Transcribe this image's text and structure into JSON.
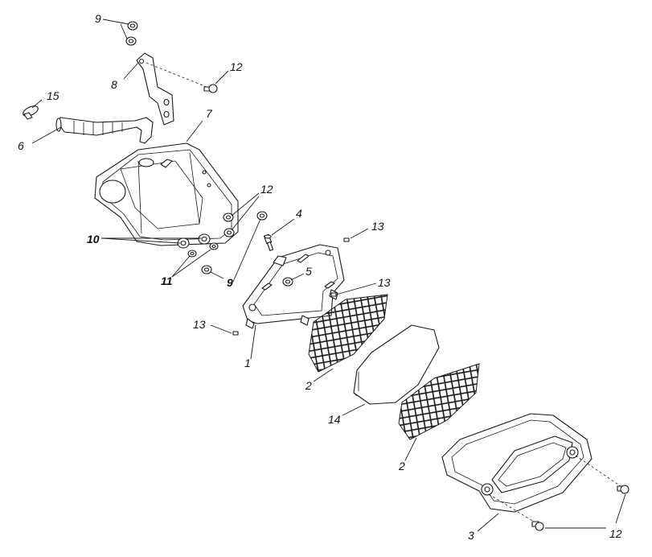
{
  "diagram": {
    "callouts": [
      {
        "id": "c9a",
        "text": "9"
      },
      {
        "id": "c12a",
        "text": "12"
      },
      {
        "id": "c8",
        "text": "8"
      },
      {
        "id": "c15",
        "text": "15"
      },
      {
        "id": "c7",
        "text": "7"
      },
      {
        "id": "c6",
        "text": "6"
      },
      {
        "id": "c12b",
        "text": "12"
      },
      {
        "id": "c4",
        "text": "4"
      },
      {
        "id": "c13a",
        "text": "13"
      },
      {
        "id": "c10",
        "text": "10"
      },
      {
        "id": "c5",
        "text": "5"
      },
      {
        "id": "c13b",
        "text": "13"
      },
      {
        "id": "c11",
        "text": "11"
      },
      {
        "id": "c9b",
        "text": "9"
      },
      {
        "id": "c13c",
        "text": "13"
      },
      {
        "id": "c1",
        "text": "1"
      },
      {
        "id": "c2a",
        "text": "2"
      },
      {
        "id": "c14",
        "text": "14"
      },
      {
        "id": "c2b",
        "text": "2"
      },
      {
        "id": "c3",
        "text": "3"
      },
      {
        "id": "c12c",
        "text": "12"
      }
    ]
  }
}
